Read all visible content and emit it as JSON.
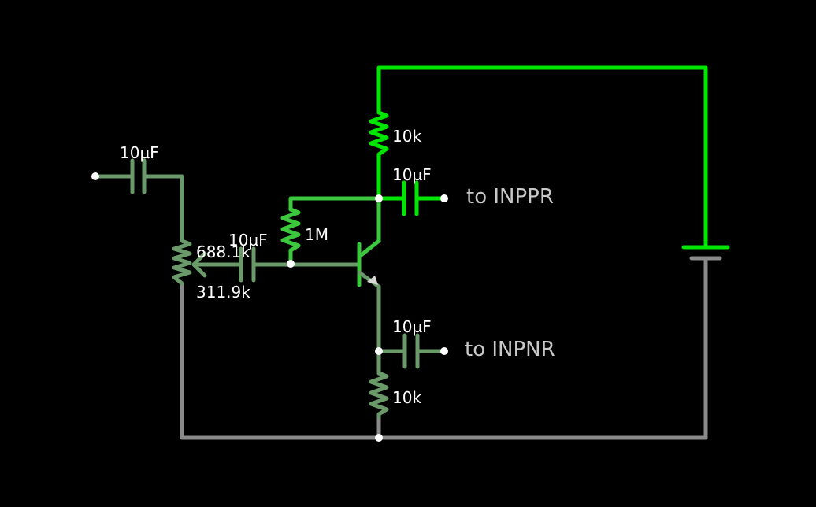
{
  "colors": {
    "background": "#000000",
    "wire_high": "#00e600",
    "wire_mid": "#3cc83c",
    "wire_low": "#6a9a6a",
    "wire_ground": "#8a8a8a",
    "node": "#ffffff",
    "label": "#ffffff",
    "output_label": "#c8c8c8"
  },
  "labels": {
    "input_cap": "10µF",
    "pot_upper": "688.1k",
    "pot_lower": "311.9k",
    "pot_cap": "10µF",
    "bias_resistor": "1M",
    "collector_resistor": "10k",
    "collector_cap": "10µF",
    "emitter_cap": "10µF",
    "emitter_resistor": "10k",
    "output_positive": "to INPPR",
    "output_negative": "to INPNR"
  }
}
